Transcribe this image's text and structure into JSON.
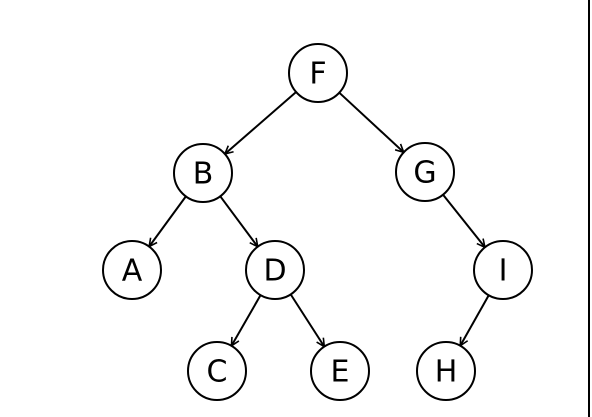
{
  "diagram": {
    "nodes": [
      {
        "id": "F",
        "label": "F"
      },
      {
        "id": "B",
        "label": "B"
      },
      {
        "id": "G",
        "label": "G"
      },
      {
        "id": "A",
        "label": "A"
      },
      {
        "id": "D",
        "label": "D"
      },
      {
        "id": "I",
        "label": "I"
      },
      {
        "id": "C",
        "label": "C"
      },
      {
        "id": "E",
        "label": "E"
      },
      {
        "id": "H",
        "label": "H"
      }
    ],
    "edges": [
      {
        "from": "F",
        "to": "B"
      },
      {
        "from": "F",
        "to": "G"
      },
      {
        "from": "B",
        "to": "A"
      },
      {
        "from": "B",
        "to": "D"
      },
      {
        "from": "G",
        "to": "I"
      },
      {
        "from": "D",
        "to": "C"
      },
      {
        "from": "D",
        "to": "E"
      },
      {
        "from": "I",
        "to": "H"
      }
    ]
  }
}
